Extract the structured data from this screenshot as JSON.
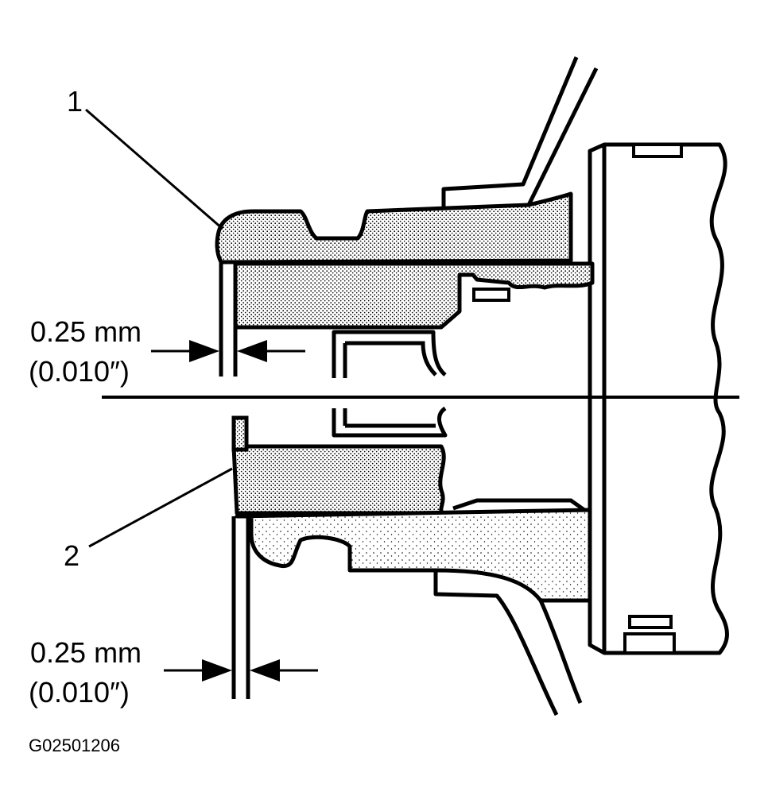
{
  "callouts": [
    "1",
    "2"
  ],
  "dimension_top": {
    "metric": "0.25 mm",
    "imperial": "(0.010″)"
  },
  "dimension_bottom": {
    "metric": "0.25 mm",
    "imperial": "(0.010″)"
  },
  "figure_code": "G02501206",
  "colors": {
    "line": "#000000",
    "background": "#ffffff"
  }
}
